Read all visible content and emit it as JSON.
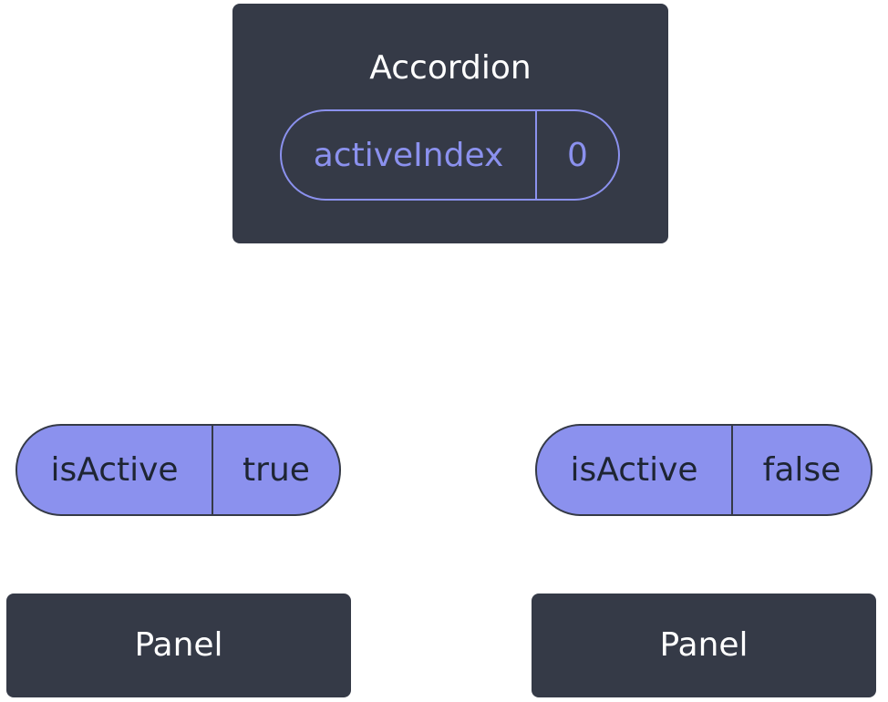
{
  "accordion": {
    "title": "Accordion",
    "state": {
      "name": "activeIndex",
      "value": "0"
    }
  },
  "panels": [
    {
      "title": "Panel",
      "prop": {
        "name": "isActive",
        "value": "true"
      }
    },
    {
      "title": "Panel",
      "prop": {
        "name": "isActive",
        "value": "false"
      }
    }
  ],
  "colors": {
    "node_background": "#353a47",
    "node_text": "#ffffff",
    "state_accent": "#8b91ee",
    "prop_fill": "#8b91ee",
    "prop_text": "#1e2533"
  }
}
